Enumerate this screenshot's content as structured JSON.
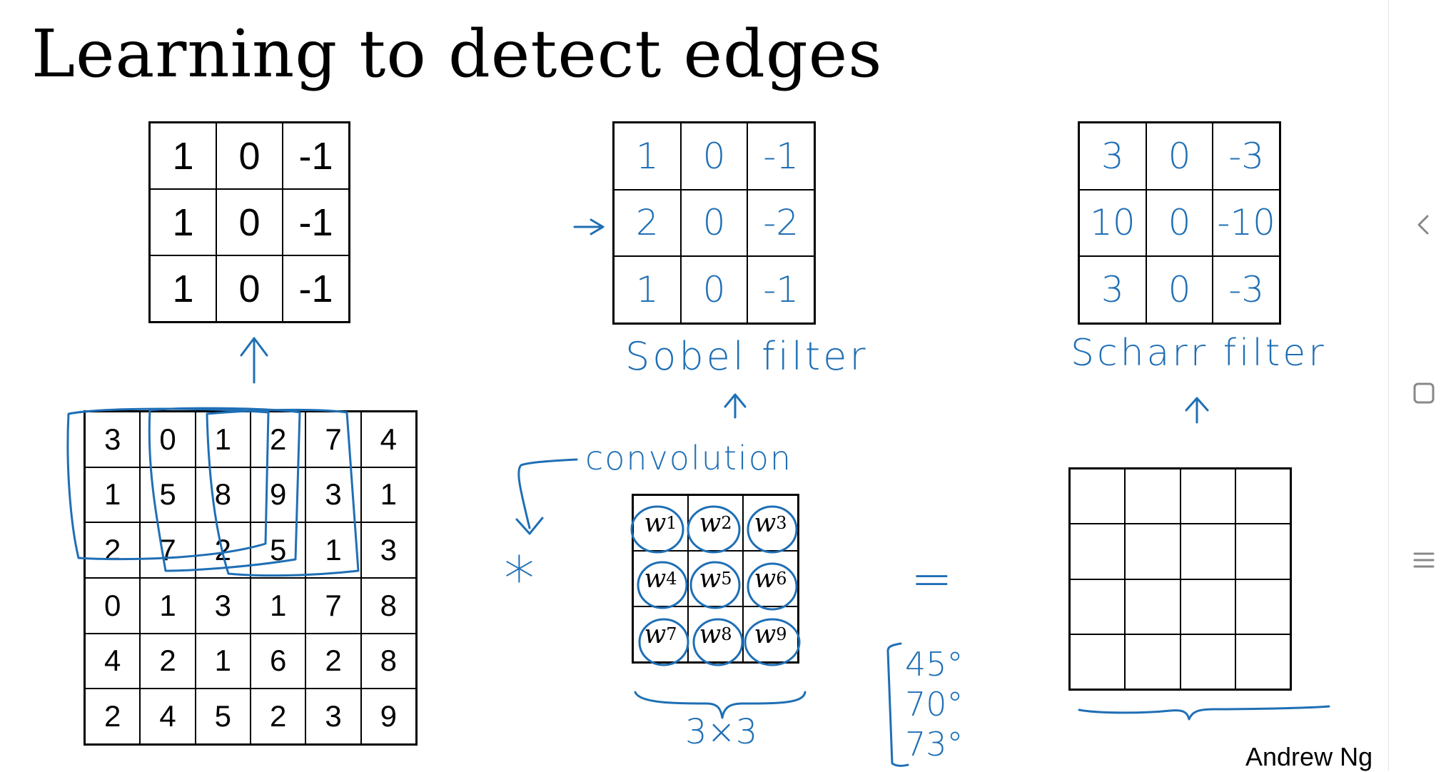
{
  "title": "Learning to detect edges",
  "vertical_filter": [
    [
      "1",
      "0",
      "-1"
    ],
    [
      "1",
      "0",
      "-1"
    ],
    [
      "1",
      "0",
      "-1"
    ]
  ],
  "sobel_filter": {
    "label": "Sobel filter",
    "cells": [
      [
        "1",
        "0",
        "-1"
      ],
      [
        "2",
        "0",
        "-2"
      ],
      [
        "1",
        "0",
        "-1"
      ]
    ]
  },
  "scharr_filter": {
    "label": "Scharr filter",
    "cells": [
      [
        "3",
        "0",
        "-3"
      ],
      [
        "10",
        "0",
        "-10"
      ],
      [
        "3",
        "0",
        "-3"
      ]
    ]
  },
  "image_matrix": [
    [
      "3",
      "0",
      "1",
      "2",
      "7",
      "4"
    ],
    [
      "1",
      "5",
      "8",
      "9",
      "3",
      "1"
    ],
    [
      "2",
      "7",
      "2",
      "5",
      "1",
      "3"
    ],
    [
      "0",
      "1",
      "3",
      "1",
      "7",
      "8"
    ],
    [
      "4",
      "2",
      "1",
      "6",
      "2",
      "8"
    ],
    [
      "2",
      "4",
      "5",
      "2",
      "3",
      "9"
    ]
  ],
  "convolution_label": "convolution",
  "operator_symbol": "*",
  "equals_symbol": "=",
  "weights": [
    [
      {
        "v": "w",
        "s": "1"
      },
      {
        "v": "w",
        "s": "2"
      },
      {
        "v": "w",
        "s": "3"
      }
    ],
    [
      {
        "v": "w",
        "s": "4"
      },
      {
        "v": "w",
        "s": "5"
      },
      {
        "v": "w",
        "s": "6"
      }
    ],
    [
      {
        "v": "w",
        "s": "7"
      },
      {
        "v": "w",
        "s": "8"
      },
      {
        "v": "w",
        "s": "9"
      }
    ]
  ],
  "weights_size_label": "3×3",
  "angles": [
    "45°",
    "70°",
    "73°"
  ],
  "output_grid": {
    "rows": 4,
    "cols": 4
  },
  "author": "Andrew Ng",
  "colors": {
    "ink": "#000000",
    "pen": "#1f6fb5"
  },
  "sidebar": {
    "back_icon": "chevron-left-icon",
    "home_icon": "square-icon",
    "menu_icon": "menu-icon"
  }
}
